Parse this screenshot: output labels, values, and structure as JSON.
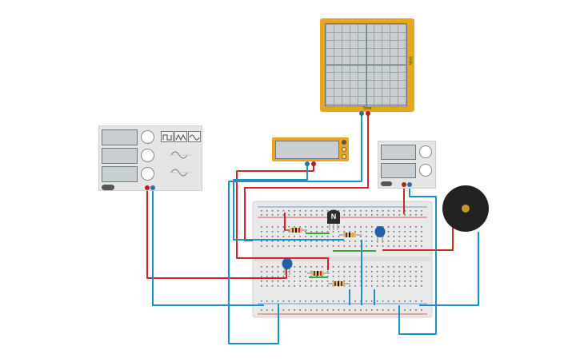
{
  "function_generator": {
    "waveform_buttons": [
      "square-wave-icon",
      "triangle-wave-icon",
      "sine-wave-icon"
    ],
    "power_toggle": "power-toggle"
  },
  "oscilloscope": {
    "x_label": "Time",
    "y_label": "V/div"
  },
  "power_supply": {
    "power_toggle": "power-toggle"
  },
  "transistor": {
    "label": "N"
  },
  "colors": {
    "instrument_body": "#e5e5e5",
    "instrument_accent": "#eba51c",
    "wire_red": "#d2242a",
    "wire_blue": "#1e90c8",
    "wire_green": "#33aa33",
    "breadboard": "#e9e9e9",
    "capacitor": "#2060a8",
    "buzzer": "#222222",
    "buzzer_center": "#c8962a"
  }
}
